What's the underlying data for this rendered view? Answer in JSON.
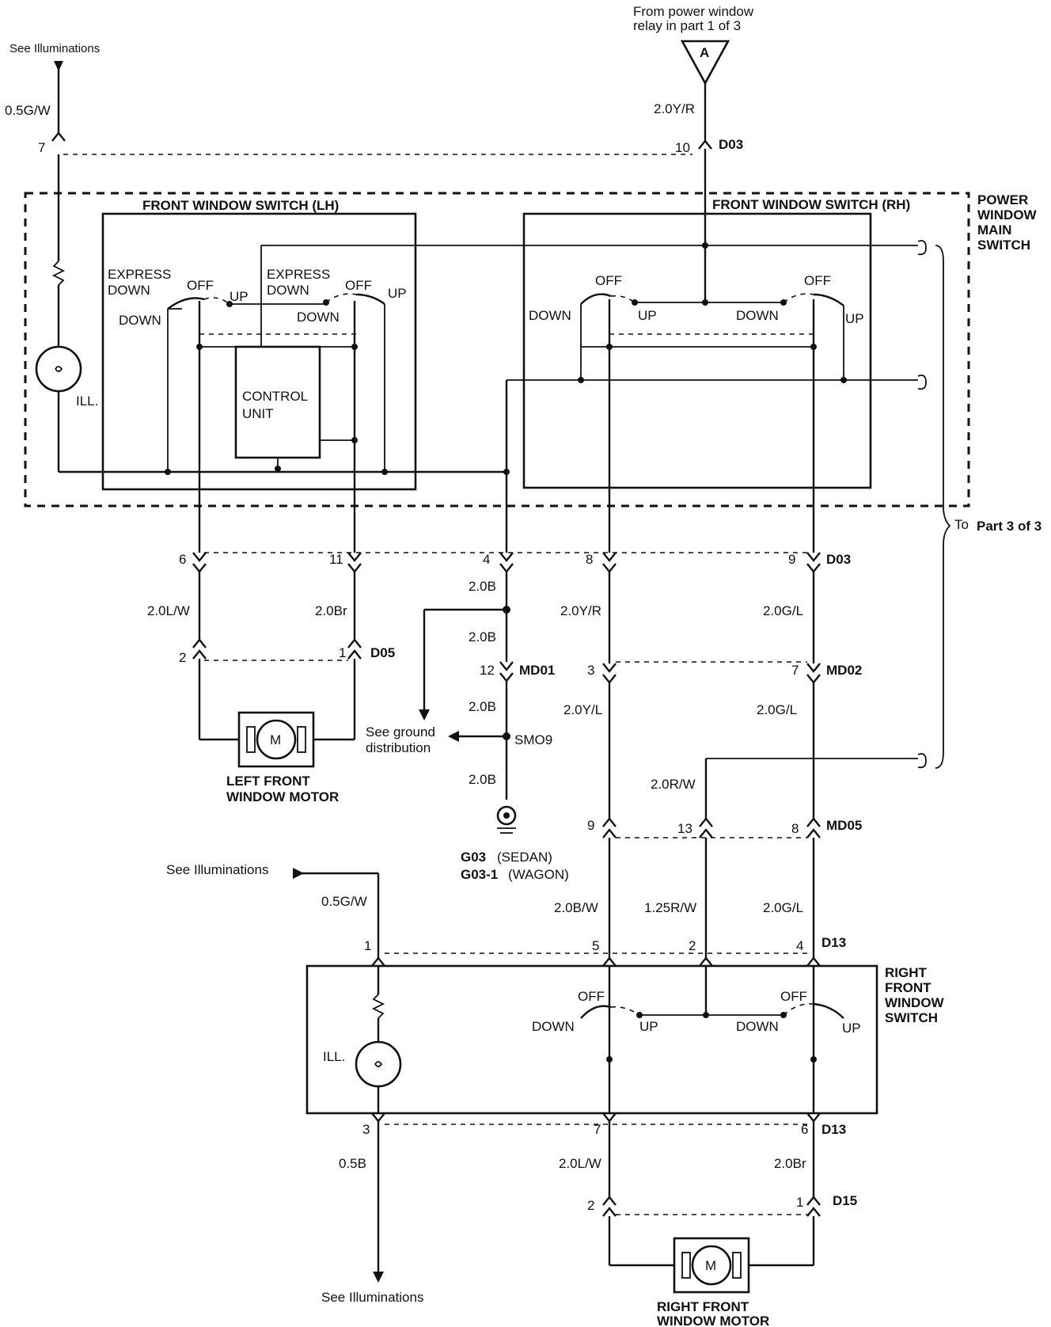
{
  "top": {
    "see_illum_left": "See Illuminations",
    "from_relay_line1": "From power window",
    "from_relay_line2": "relay in part 1 of 3",
    "connector_a": "A",
    "wire_05gw": "0.5G/W",
    "wire_20yr_top": "2.0Y/R",
    "pin_7": "7",
    "pin_10": "10",
    "conn_d03_top": "D03"
  },
  "main_switch": {
    "title_line1": "POWER",
    "title_line2": "WINDOW",
    "title_line3": "MAIN",
    "title_line4": "SWITCH",
    "lh_title": "FRONT WINDOW SWITCH (LH)",
    "rh_title": "FRONT WINDOW SWITCH (RH)",
    "express_down": "EXPRESS",
    "express_down2": "DOWN",
    "off": "OFF",
    "up": "UP",
    "down": "DOWN",
    "control_unit_line1": "CONTROL",
    "control_unit_line2": "UNIT",
    "ill": "ILL."
  },
  "to_part3": "To",
  "to_part3_b": "Part 3 of 3",
  "mid": {
    "pins_d03": [
      "6",
      "11",
      "4",
      "8",
      "9"
    ],
    "conn_d03": "D03",
    "w_20lw": "2.0L/W",
    "w_20br": "2.0Br",
    "w_20b_1": "2.0B",
    "w_20yr": "2.0Y/R",
    "w_20gl": "2.0G/L",
    "pin_2": "2",
    "pin_1": "1",
    "conn_d05": "D05",
    "w_20b_2": "2.0B",
    "pin_12": "12",
    "conn_md01": "MD01",
    "pin_3": "3",
    "pin_7b": "7",
    "conn_md02": "MD02",
    "w_20b_3": "2.0B",
    "w_20yl": "2.0Y/L",
    "w_20gl_2": "2.0G/L",
    "motor_m": "M",
    "left_motor_1": "LEFT FRONT",
    "left_motor_2": "WINDOW MOTOR",
    "ground_dist_1": "See ground",
    "ground_dist_2": "distribution",
    "smo9": "SMO9",
    "w_20b_4": "2.0B",
    "w_20rw": "2.0R/W",
    "pin_9": "9",
    "pin_13": "13",
    "pin_8": "8",
    "conn_md05": "MD05",
    "g03_1": "G03",
    "g03_1b": "(SEDAN)",
    "g03_2": "G03-1",
    "g03_2b": "(WAGON)"
  },
  "lower": {
    "see_illum": "See Illuminations",
    "w_05gw": "0.5G/W",
    "w_20bw": "2.0B/W",
    "w_125rw": "1.25R/W",
    "w_20gl": "2.0G/L",
    "pins_d13_top": [
      "1",
      "5",
      "2",
      "4"
    ],
    "conn_d13": "D13",
    "rf_switch_1": "RIGHT",
    "rf_switch_2": "FRONT",
    "rf_switch_3": "WINDOW",
    "rf_switch_4": "SWITCH",
    "off": "OFF",
    "up": "UP",
    "down": "DOWN",
    "ill": "ILL.",
    "pin_3": "3",
    "pin_7": "7",
    "pin_6": "6",
    "conn_d13_b": "D13",
    "w_05b": "0.5B",
    "w_20lw": "2.0L/W",
    "w_20br": "2.0Br",
    "pin_2": "2",
    "pin_1": "1",
    "conn_d15": "D15",
    "see_illum_bottom": "See Illuminations",
    "motor_m": "M",
    "right_motor_1": "RIGHT FRONT",
    "right_motor_2": "WINDOW MOTOR"
  }
}
